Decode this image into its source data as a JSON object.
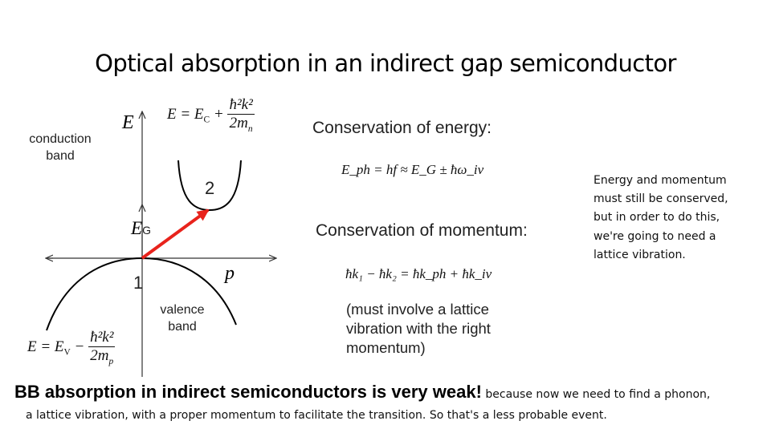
{
  "slide": {
    "title": "Optical absorption in an indirect gap semiconductor"
  },
  "diagram": {
    "axis_e_label": "E",
    "axis_p_label": "p",
    "gap_label": "E",
    "gap_sub": "G",
    "conduction_label_1": "conduction",
    "conduction_label_2": "band",
    "valence_label_1": "valence",
    "valence_label_2": "band",
    "point_1": "1",
    "point_2": "2",
    "cond_eq_lhs": "E = E",
    "cond_eq_sub": "C",
    "cond_eq_num": "ħ²k²",
    "cond_eq_den": "2m",
    "cond_eq_den_sub": "n",
    "val_eq_lhs": "E = E",
    "val_eq_sub": "V",
    "val_eq_num": "ħ²k²",
    "val_eq_den": "2m",
    "val_eq_den_sub": "p",
    "arrow_color": "#e8231c"
  },
  "content": {
    "energy_heading": "Conservation of energy:",
    "energy_eq": "E_ph = hf ≈ E_G ± ħω_iv",
    "momentum_heading": "Conservation of momentum:",
    "momentum_eq": "ħk₁ − ħk₂ = ħk_ph + ħk_iv",
    "note_1": "(must involve a lattice",
    "note_2": "vibration with the right",
    "note_3": "momentum)",
    "side_text": "Energy and momentum must still be conserved, but in order to do this, we're going to need a lattice vibration.",
    "bb_bold": "BB  absorption in indirect semiconductors is very weak!",
    "bb_tail": " because now we need to find a phonon,",
    "last_line": "a lattice vibration, with a proper momentum to facilitate the transition. So that's a less probable event."
  }
}
